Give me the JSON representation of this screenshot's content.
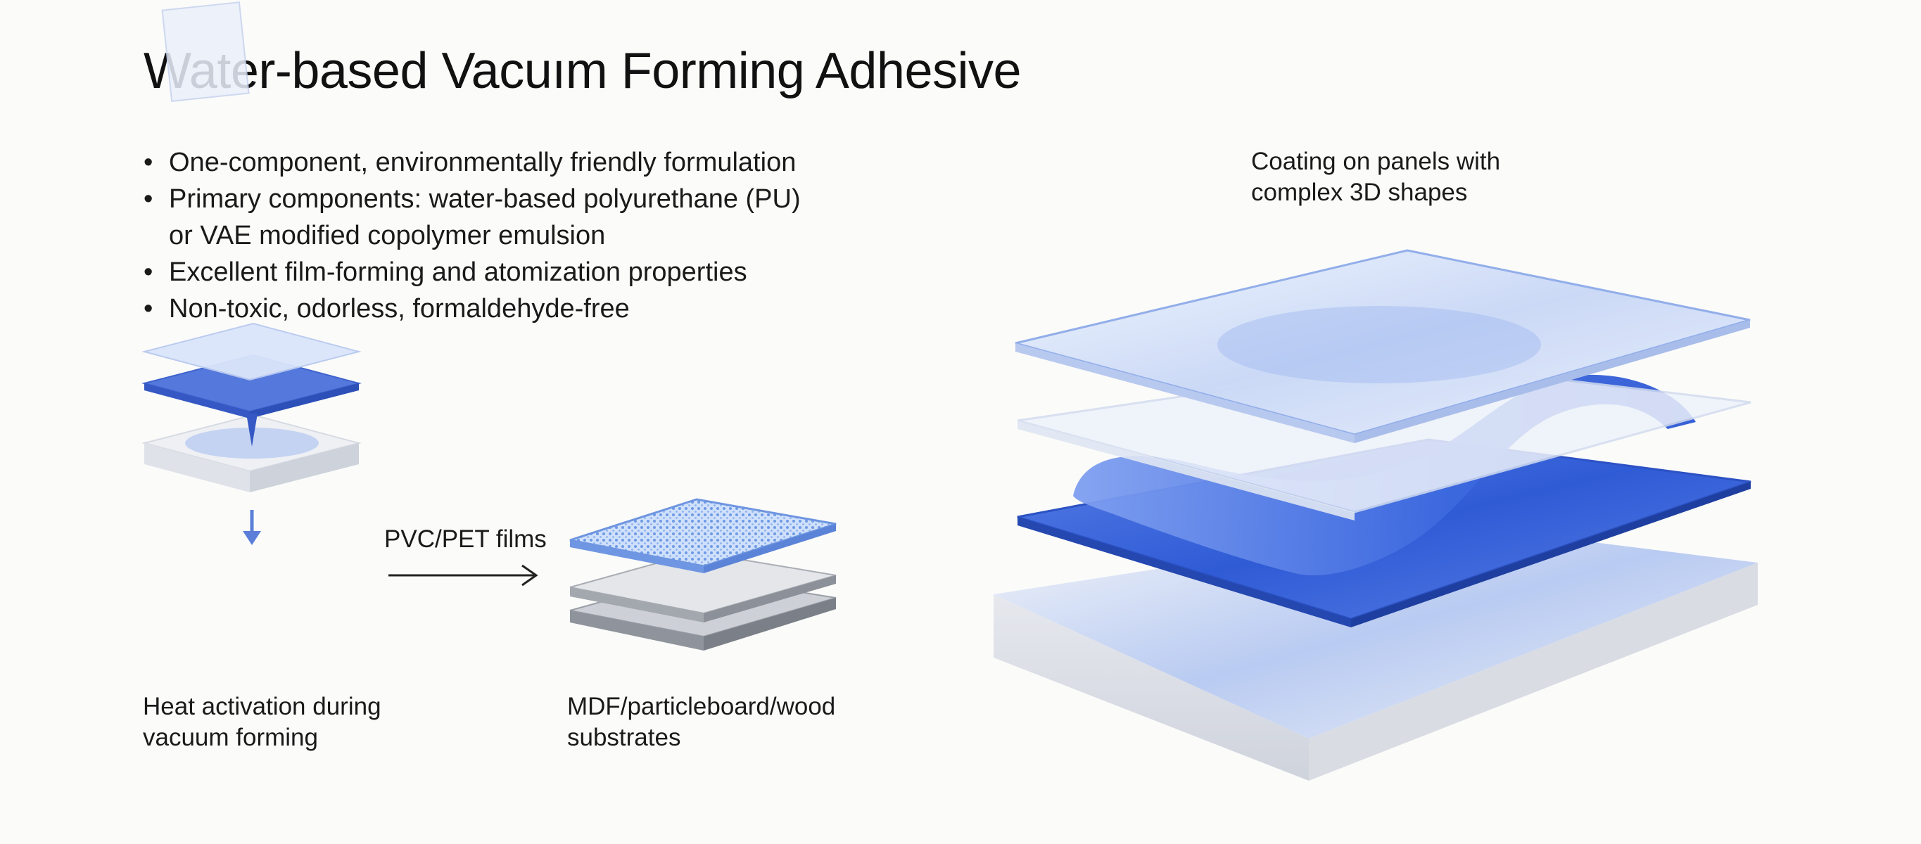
{
  "title": "Water-based Vacuım Forming Adhesive",
  "bullets": [
    "One-component, environmentally friendly formulation",
    "Primary components: water-based polyurethane (PU)\nor VAE modified copolymer emulsion",
    "Excellent film-forming and atomization properties",
    "Non-toxic, odorless, formaldehyde-free"
  ],
  "labels": {
    "heat_activation": "Heat activation during\nvacuum forming",
    "films": "PVC/PET films",
    "substrates": "MDF/particleboard/wood\nsubstrates",
    "coating": "Coating on panels with\ncomplex 3D shapes"
  },
  "colors": {
    "accent_blue": "#3f66d6",
    "light_blue": "#aac2f0",
    "panel_white": "#eef0f4"
  }
}
